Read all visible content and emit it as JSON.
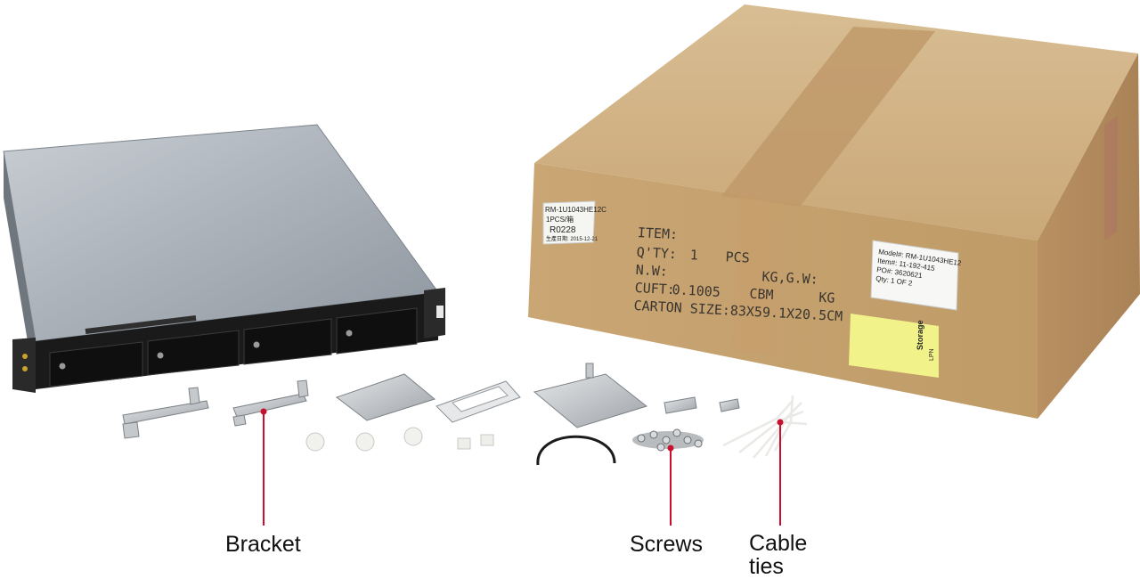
{
  "callouts": [
    {
      "name": "bracket",
      "label": "Bracket"
    },
    {
      "name": "screws",
      "label": "Screws"
    },
    {
      "name": "cable-ties",
      "label_line1": "Cable",
      "label_line2": "ties"
    }
  ],
  "box": {
    "left_label": {
      "line1": "RM-1U1043HE12C",
      "line2": "1PCS/箱",
      "line3": "R0228",
      "line4": "生產日期: 2015-12-21"
    },
    "stencil": {
      "item": "ITEM:",
      "qty_label": "Q'TY:",
      "qty_value": "1",
      "qty_unit": "PCS",
      "nw_label": "N.W:",
      "nw_unit": "KG,G.W:",
      "cuft_label": "CUFT:",
      "cuft_value": "0.1005",
      "cuft_unit": "CBM",
      "gw_unit": "KG",
      "carton": "CARTON SIZE:83X59.1X20.5CM"
    },
    "right_label": {
      "line1": "Model#: RM-1U1043HE12",
      "line2": "Item#: 11-192-415",
      "line3": "PO#: 3620621",
      "line4": "Qty: 1 OF 2"
    },
    "sticker": {
      "line1": "Storage",
      "line2": "LPN"
    }
  },
  "colors": {
    "callout_line": "#c8102e",
    "cardboard": "#cfae80",
    "tape": "#c09a6a",
    "chassis_top": "#aeb5bd"
  }
}
